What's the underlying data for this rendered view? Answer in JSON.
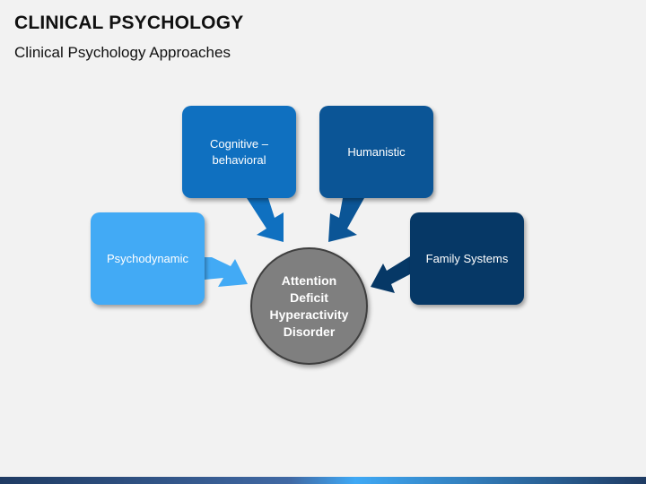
{
  "title": "CLINICAL PSYCHOLOGY",
  "subtitle": "Clinical Psychology Approaches",
  "center": {
    "label": "Attention Deficit Hyperactivity Disorder",
    "color": "#7f7f7f"
  },
  "boxes": [
    {
      "label": "Cognitive – behavioral",
      "color": "#0f70c0"
    },
    {
      "label": "Humanistic",
      "color": "#0b5596"
    },
    {
      "label": "Psychodynamic",
      "color": "#42aaf5"
    },
    {
      "label": "Family Systems",
      "color": "#063866"
    }
  ]
}
